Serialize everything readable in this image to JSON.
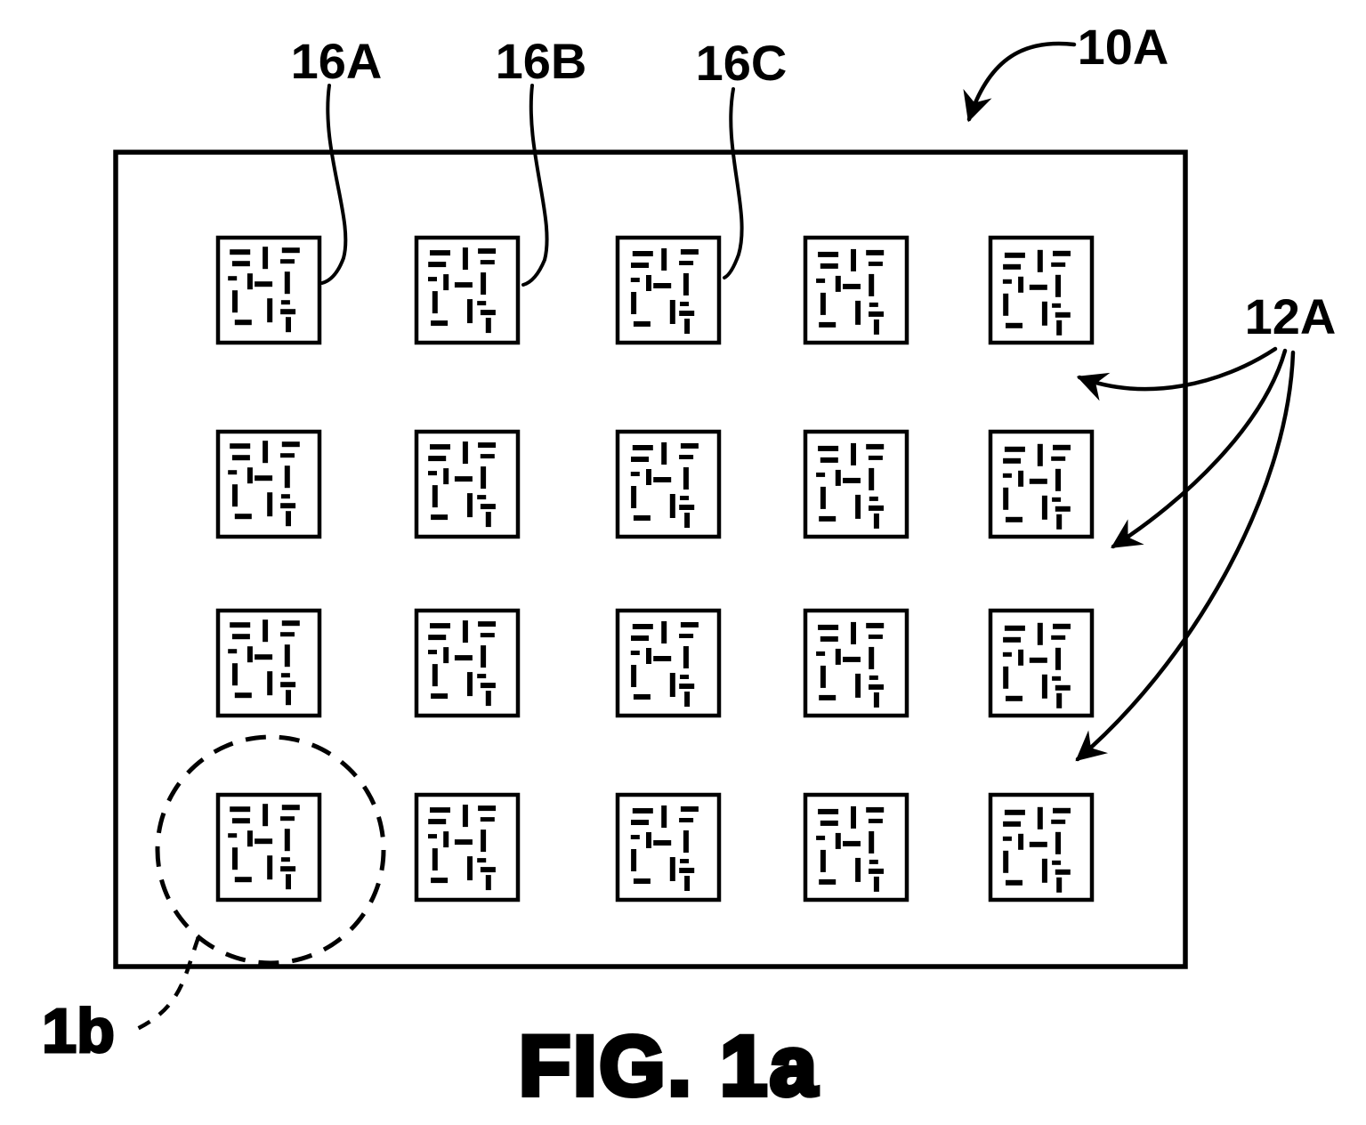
{
  "colors": {
    "ink": "#000000",
    "paper": "#ffffff"
  },
  "figure": {
    "caption": "FIG. 1a"
  },
  "labels": {
    "array_16a": "16A",
    "array_16b": "16B",
    "array_16c": "16C",
    "substrate_10a": "10A",
    "sites_12a": "12A",
    "detail_1b": "1b"
  },
  "grid": {
    "rows": 4,
    "cols": 5,
    "sites_total": 20
  }
}
